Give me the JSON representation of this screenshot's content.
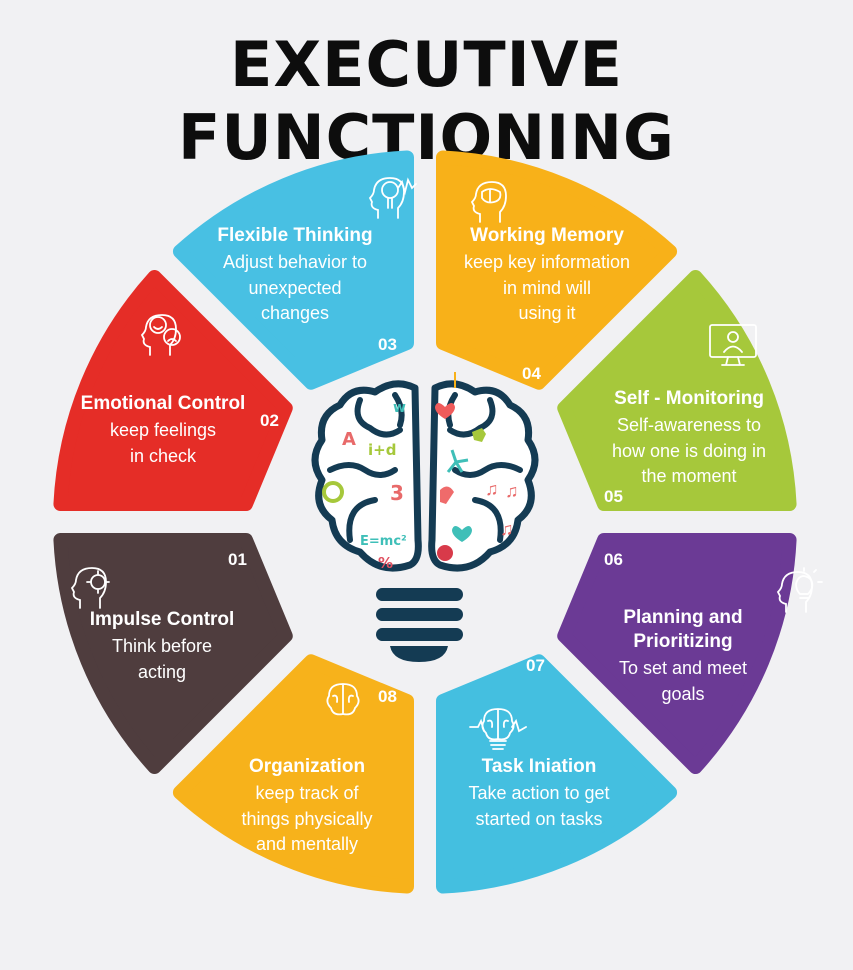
{
  "title": "EXECUTIVE FUNCTIONING",
  "segments": [
    {
      "id": "working-memory",
      "number": "04",
      "title": [
        "Working Memory"
      ],
      "lines": [
        "keep key information",
        "in mind will",
        "using it"
      ],
      "color": "#f8b119",
      "icon": "head-brain-icon"
    },
    {
      "id": "self-monitoring",
      "number": "05",
      "title": [
        "Self - Monitoring"
      ],
      "lines": [
        "Self-awareness to",
        "how one is doing in",
        "the moment"
      ],
      "color": "#a6c83b",
      "icon": "monitor-person-icon"
    },
    {
      "id": "planning-prioritizing",
      "number": "06",
      "title": [
        "Planning and",
        "Prioritizing"
      ],
      "lines": [
        "To set and meet",
        "goals"
      ],
      "color": "#6b3a95",
      "icon": "head-lightbulb-icon"
    },
    {
      "id": "task-initiation",
      "number": "07",
      "title": [
        "Task Iniation"
      ],
      "lines": [
        "Take action to get",
        "started on tasks"
      ],
      "color": "#44bfe0",
      "icon": "brain-lightbulb-icon"
    },
    {
      "id": "organization",
      "number": "08",
      "title": [
        "Organization"
      ],
      "lines": [
        "keep track of",
        "things physically",
        "and mentally"
      ],
      "color": "#f7b21b",
      "icon": "brain-icon"
    },
    {
      "id": "impulse-control",
      "number": "01",
      "title": [
        "Impulse Control"
      ],
      "lines": [
        "Think before",
        "acting"
      ],
      "color": "#4f3d3e",
      "icon": "head-gear-icon"
    },
    {
      "id": "emotional-control",
      "number": "02",
      "title": [
        "Emotional Control"
      ],
      "lines": [
        "keep feelings",
        "in check"
      ],
      "color": "#e52d27",
      "icon": "head-emotions-icon"
    },
    {
      "id": "flexible-thinking",
      "number": "03",
      "title": [
        "Flexible Thinking"
      ],
      "lines": [
        "Adjust behavior to",
        "unexpected",
        "changes"
      ],
      "color": "#48c0e3",
      "icon": "head-pulse-icon"
    }
  ],
  "brain": {
    "outline_color": "#143b53",
    "glyphs": [
      "A",
      "i+d",
      "3",
      "E=mc²",
      "%",
      "w"
    ]
  }
}
